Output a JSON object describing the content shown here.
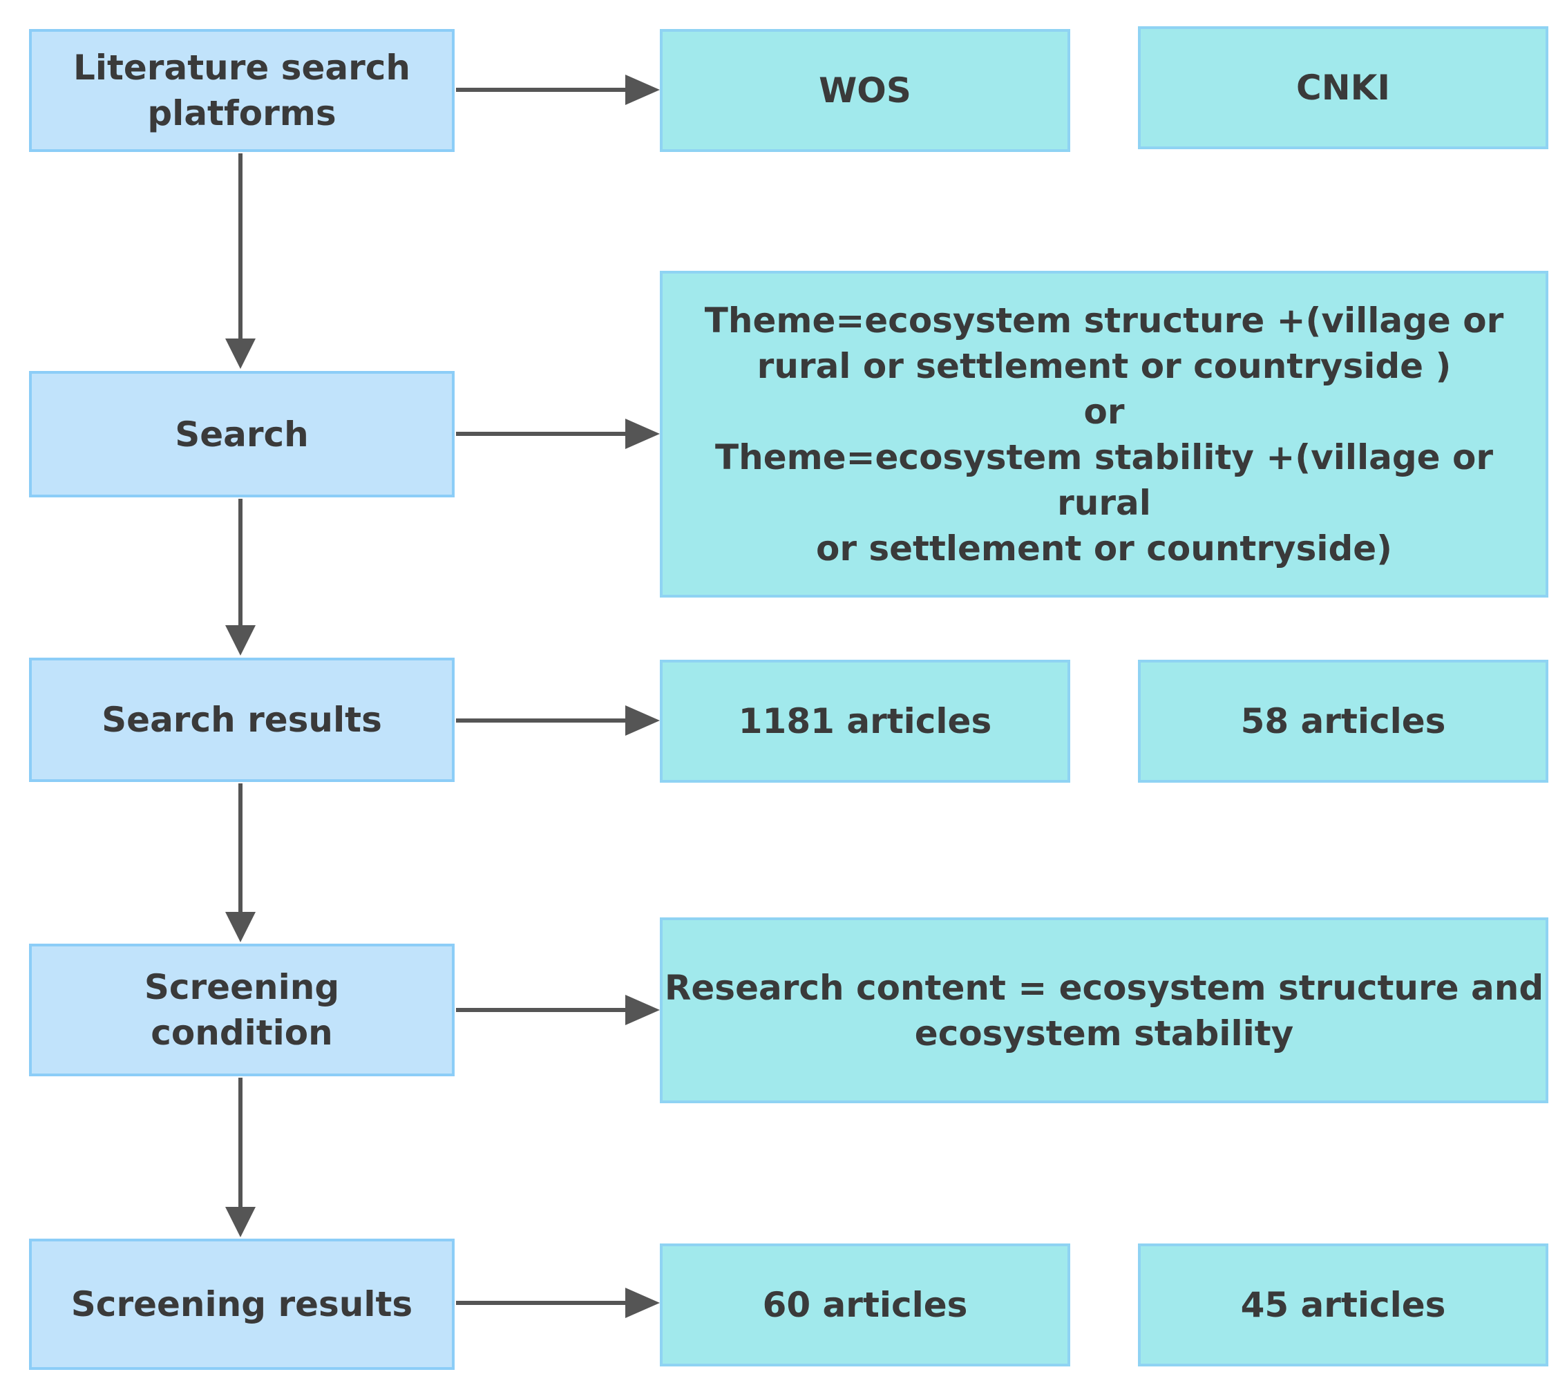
{
  "steps": {
    "platforms": "Literature search\nplatforms",
    "search": "Search",
    "search_results": "Search results",
    "screening_condition": "Screening\ncondition",
    "screening_results": "Screening results"
  },
  "details": {
    "wos": "WOS",
    "cnki": "CNKI",
    "search_query": "Theme=ecosystem structure +(village or\nrural or settlement or countryside )\nor\nTheme=ecosystem stability +(village or rural\nor settlement or countryside)",
    "wos_results": "1181 articles",
    "cnki_results": "58 articles",
    "screening_criteria": "Research content = ecosystem structure and\necosystem stability",
    "wos_screened": "60 articles",
    "cnki_screened": "45 articles"
  },
  "colors": {
    "left_fill": "#c1e3fb",
    "right_fill": "#a1e9ec",
    "arrow": "#555555"
  }
}
